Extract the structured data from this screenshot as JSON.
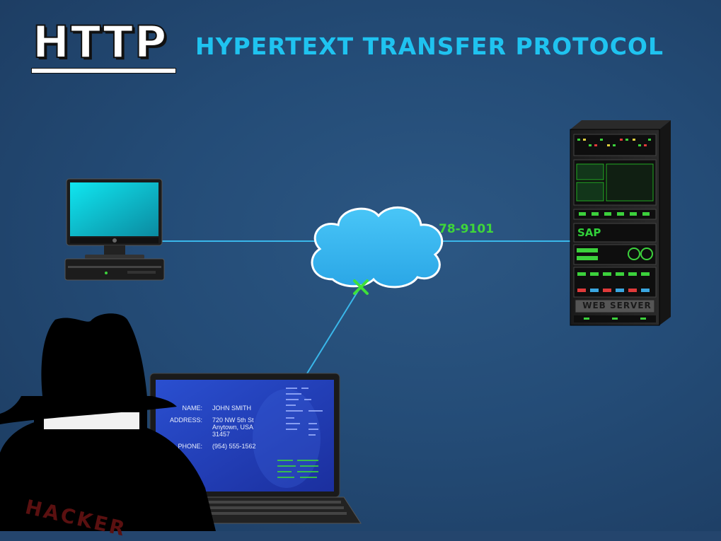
{
  "title": {
    "main": "HTTP",
    "subtitle": "HYPERTEXT TRANSFER PROTOCOL"
  },
  "network": {
    "address_fragment": "78-9101"
  },
  "server": {
    "brand": "SAP",
    "label": "WEB SERVER"
  },
  "laptop_form": {
    "name_label": "NAME:",
    "name_value": "JOHN SMITH",
    "address_label": "ADDRESS:",
    "address_line1": "720 NW 5th St",
    "address_line2": "Anytown, USA",
    "address_line3": "31457",
    "phone_label": "PHONE:",
    "phone_value": "(954) 555-1562"
  },
  "hacker": {
    "label": "HACKER"
  },
  "icons": [
    "desktop-computer-icon",
    "cloud-icon",
    "server-rack-icon",
    "laptop-icon",
    "hacker-figure-icon",
    "intercept-x-icon"
  ],
  "colors": {
    "background": "#24456d",
    "link_line": "#3ab7ea",
    "cloud": "#38b8f2",
    "accent_text": "#1fc3f0",
    "intercept": "#3fe03a"
  }
}
